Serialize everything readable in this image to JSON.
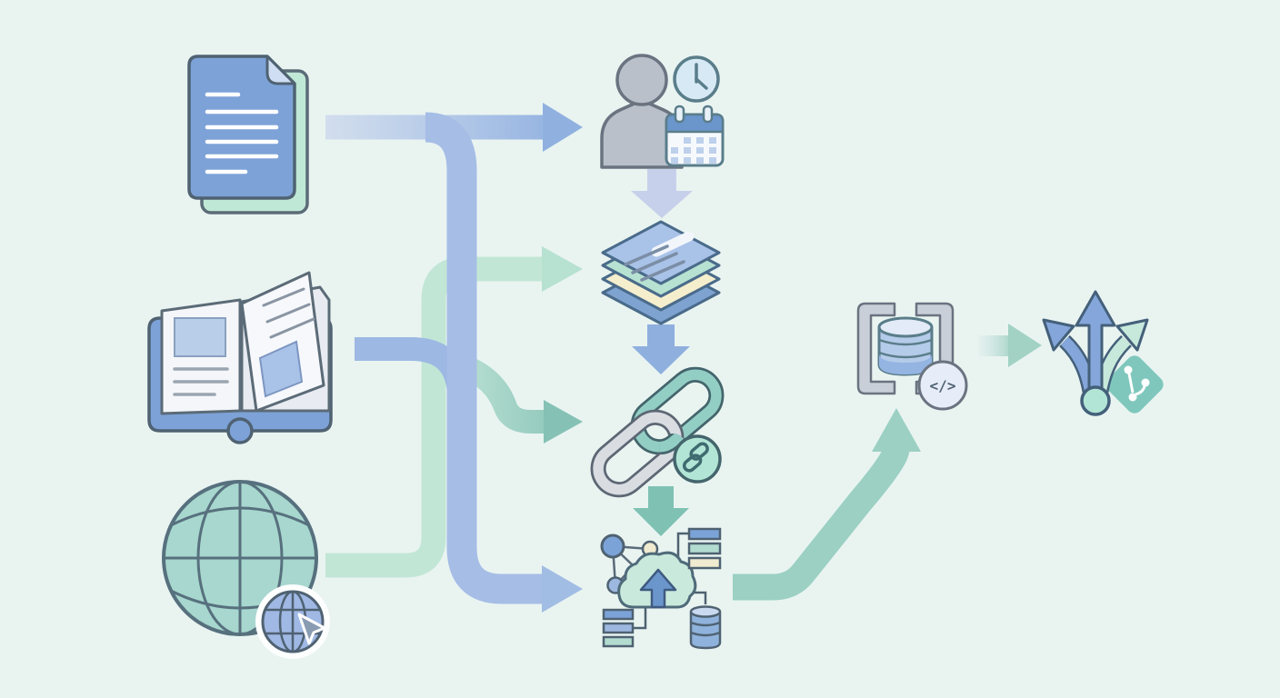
{
  "meta": {
    "kind": "flow-illustration",
    "description": "Three content sources (documents, book, web) feed a four-step processing pipeline (person-scheduling, layered content, linking, network cloud upload) which outputs to a bracketed database with code, then branches three ways (git versioning)",
    "background": "#e9f4f1"
  },
  "sources": [
    {
      "name": "documents",
      "icon": "document-stack-icon"
    },
    {
      "name": "book",
      "icon": "open-book-icon"
    },
    {
      "name": "web",
      "icon": "globe-pointer-icon"
    }
  ],
  "pipeline_steps": [
    {
      "name": "person-scheduling",
      "icon": "person-clock-calendar-icon"
    },
    {
      "name": "layered-content",
      "icon": "layers-icon"
    },
    {
      "name": "linking",
      "icon": "chain-links-icon"
    },
    {
      "name": "network-upload",
      "icon": "network-cloud-upload-icon"
    }
  ],
  "outputs": [
    {
      "name": "database-code",
      "icon": "database-brackets-code-icon",
      "glyph": "</>"
    },
    {
      "name": "three-way-branch",
      "icon": "branch-arrows-git-icon"
    }
  ],
  "palette": {
    "background": "#e9f4f1",
    "blue_primary": "#7da2d8",
    "blue_arrow": "#a6bde6",
    "blue_arrow_light": "#c7d0ea",
    "blue_arrow_mid": "#8fb0de",
    "mint": "#bfe5d5",
    "teal": "#85c2b5",
    "teal_big_arrow": "#9bd0c3",
    "globe_fill": "#a7d7ce",
    "gray_fill": "#b9c0ca",
    "bracket_gray": "#c9cfd9",
    "cream": "#f5eecd",
    "outline_slate": "#4f6272",
    "git_diamond": "#7fc7bc"
  }
}
